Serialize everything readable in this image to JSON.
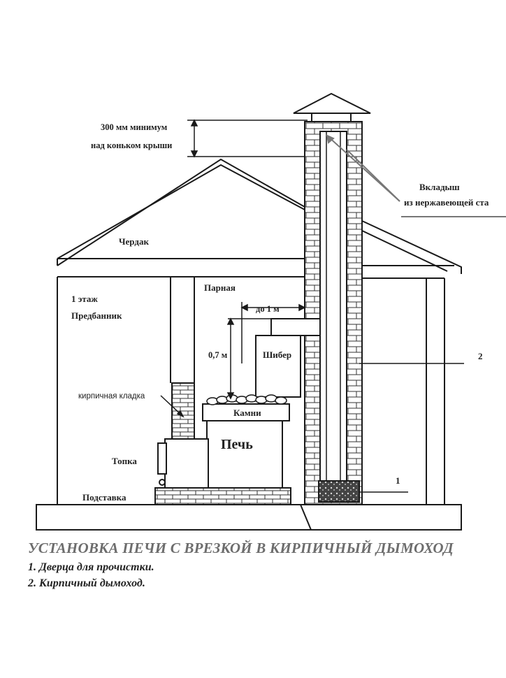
{
  "labels": {
    "roof_clearance_line1": "300 мм минимум",
    "roof_clearance_line2": "над коньком крыши",
    "liner_line1": "Вкладыш",
    "liner_line2": "из нержавеющей ста",
    "attic": "Чердак",
    "steam_room": "Парная",
    "floor_line1": "1 этаж",
    "floor_line2": "Предбанник",
    "distance_1m": "до 1 м",
    "height_07m": "0,7 м",
    "damper": "Шибер",
    "brickwork": "кирпичная кладка",
    "stones": "Камни",
    "stove": "Печь",
    "firebox": "Топка",
    "stand": "Подставка",
    "callout_1": "1",
    "callout_2": "2"
  },
  "caption": {
    "title": "УСТАНОВКА ПЕЧИ С ВРЕЗКОЙ В КИРПИЧНЫЙ ДЫМОХОД",
    "item_1": "1. Дверца для прочистки.",
    "item_2": "2. Кирпичный дымоход."
  },
  "colors": {
    "ink": "#1a1a1a",
    "title_gray": "#6d6d6d"
  }
}
